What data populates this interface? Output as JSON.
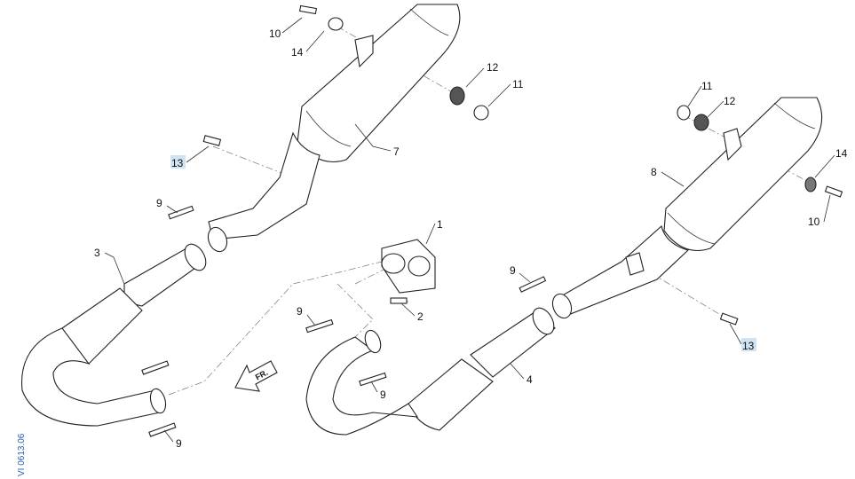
{
  "diagram_code": "VI 0613.06",
  "front_arrow_label": "FR.",
  "labels": {
    "l10a": "10",
    "l14a": "14",
    "l12a": "12",
    "l11a": "11",
    "l7": "7",
    "l13a": "13",
    "l9a": "9",
    "l3": "3",
    "l1": "1",
    "l2": "2",
    "l9b": "9",
    "l9c": "9",
    "l9d": "9",
    "l4": "4",
    "l9e": "9",
    "l8": "8",
    "l11b": "11",
    "l12b": "12",
    "l14b": "14",
    "l10b": "10",
    "l13b": "13"
  },
  "highlight_color": "#cfe3f3"
}
